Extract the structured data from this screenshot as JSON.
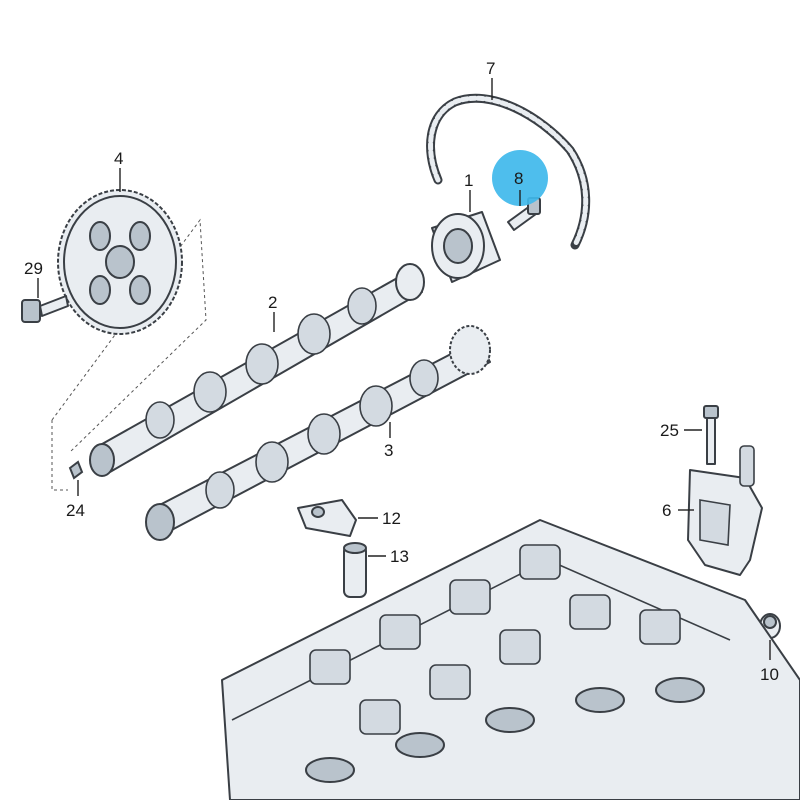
{
  "callouts": {
    "c1": "1",
    "c2": "2",
    "c3": "3",
    "c4": "4",
    "c6": "6",
    "c7": "7",
    "c8": "8",
    "c10": "10",
    "c12": "12",
    "c13": "13",
    "c24": "24",
    "c25": "25",
    "c29": "29"
  },
  "highlighted_callout": "8",
  "colors": {
    "highlight": "#3fb8ec",
    "line": "#3a3f45",
    "part_fill": "#e9edf1"
  }
}
